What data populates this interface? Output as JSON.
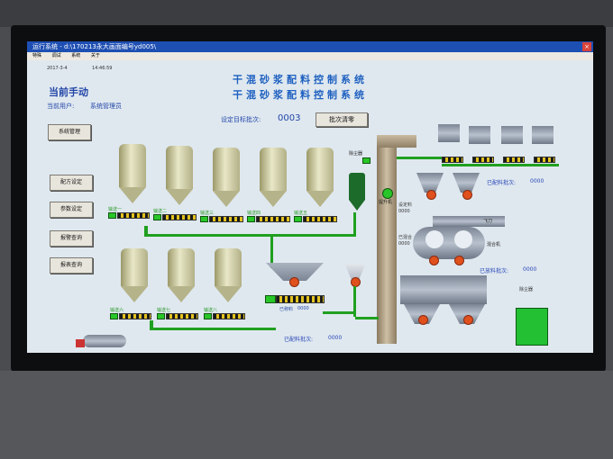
{
  "window": {
    "title": "运行系统 - d:\\170213永大画面编号yd005\\",
    "menu": [
      "特殊",
      "调试",
      "系统",
      "关于"
    ],
    "close_glyph": "×"
  },
  "header": {
    "date": "2017-3-4",
    "time": "14:46:59",
    "title_line1": "干混砂浆配料控制系统",
    "title_line2": "干混砂浆配料控制系统",
    "mode": "当前手动",
    "user_label": "当前用户:",
    "user_name": "系统管理员",
    "target_label": "设定目标批次:",
    "target_value": "0003",
    "clear_button": "批次清零"
  },
  "side_buttons": [
    "系统管理",
    "配方设定",
    "参数设定",
    "报警查询",
    "报表查询"
  ],
  "conveyors_row1": [
    "输送一",
    "输送二",
    "输送三",
    "输送四",
    "输送五"
  ],
  "conveyors_row2": [
    "输送六",
    "输送七",
    "输送八"
  ],
  "dust_collector": "除尘器",
  "bucket_elevator": "提升机",
  "mixer": "混合机",
  "fly_knife": "飞刀",
  "batching": {
    "done_batches_label": "已配料批次:",
    "done_batches_value": "0000",
    "done_batches2_label": "已配料批次:",
    "done_batches2_value": "0000",
    "produced_label": "已放料批次:",
    "produced_value": "0000",
    "weight_label": "已称料",
    "weight_value": "0000",
    "mix_label": "已混合",
    "mix_value": "0000",
    "set_label": "设定料",
    "set_value": "0000"
  },
  "colors": {
    "title_blue": "#1e60c0",
    "pipe_green": "#20a020",
    "valve_red": "#e0501d"
  }
}
